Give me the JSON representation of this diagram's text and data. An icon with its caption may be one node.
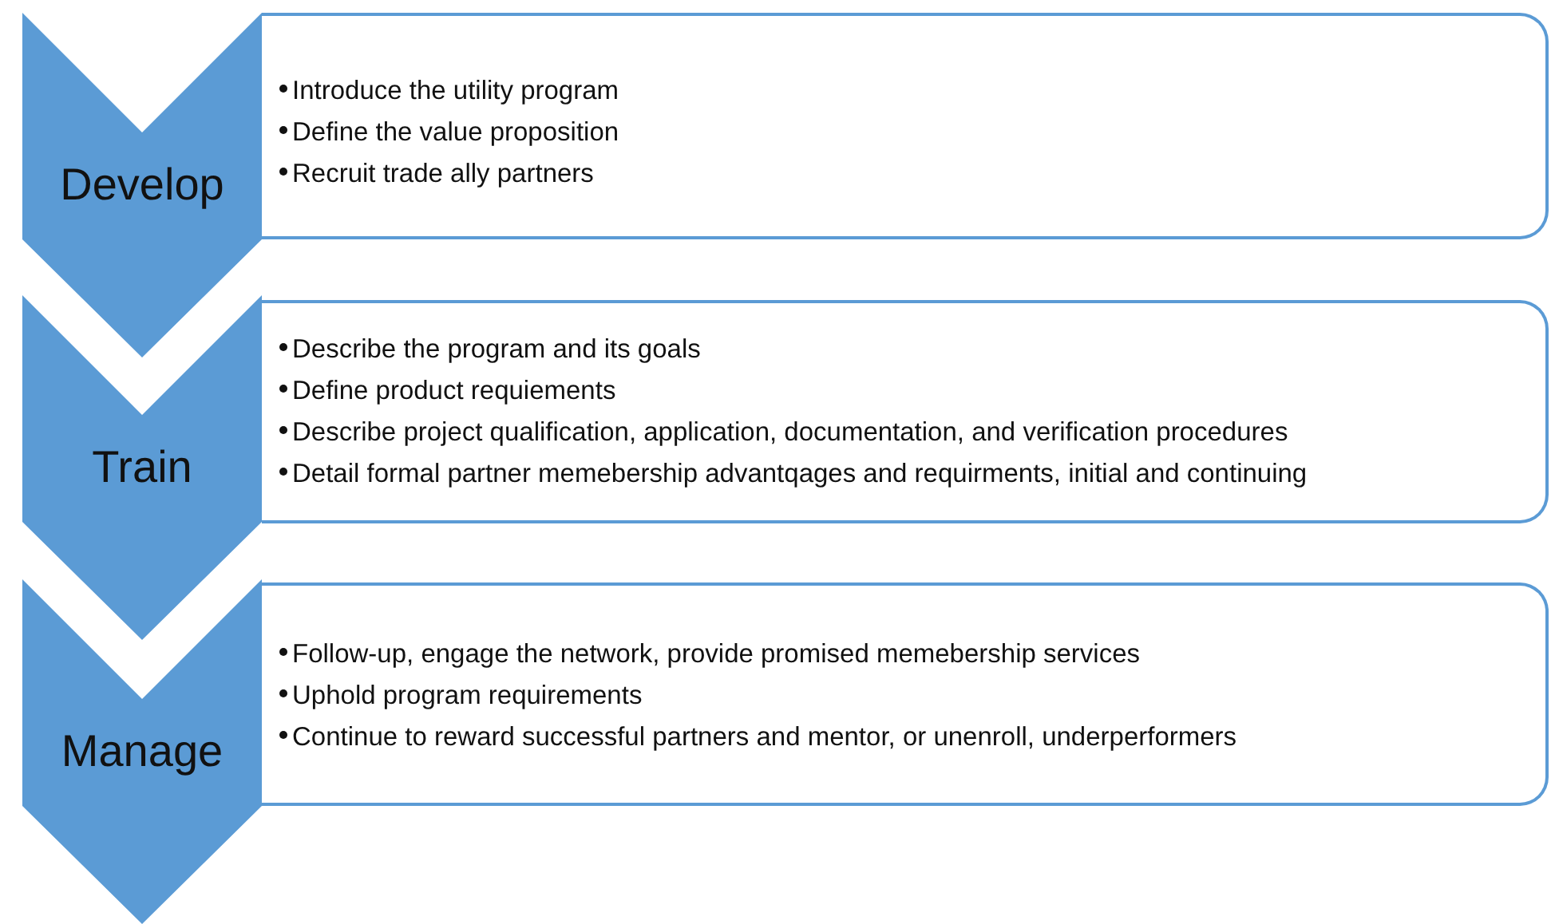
{
  "diagram": {
    "nodes": [
      {
        "text": [
          "Develop"
        ]
      },
      {
        "text": [
          "Introduce the utility program",
          "Define the value proposition",
          "Recruit trade ally partners"
        ]
      },
      {
        "text": [
          "Train"
        ]
      },
      {
        "text": [
          "Describe the program and its goals",
          "Define product requiements",
          "Describe project qualification, application, documentation, and verification procedures",
          "Detail formal partner memebership advantqages and requirments, initial and continuing"
        ]
      },
      {
        "text": [
          "Manage"
        ]
      },
      {
        "text": [
          "Follow-up, engage the network, provide promised memebership services",
          "Uphold program requirements",
          "Continue to reward successful partners and mentor, or unenroll, underperformers"
        ]
      }
    ]
  }
}
